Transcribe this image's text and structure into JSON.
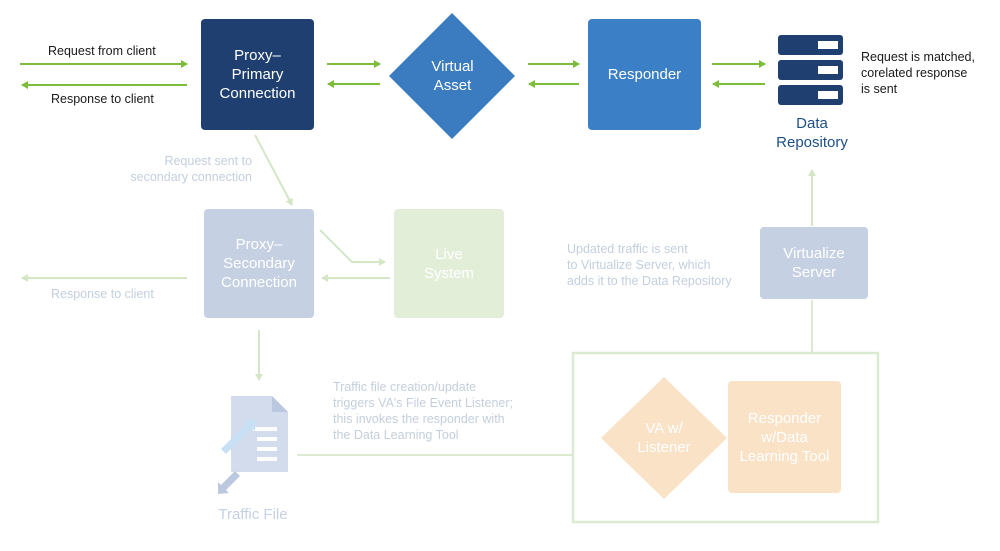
{
  "nodes": {
    "proxy_primary": "Proxy–\nPrimary\nConnection",
    "virtual_asset": "Virtual\nAsset",
    "responder": "Responder",
    "data_repository": "Data\nRepository",
    "proxy_secondary": "Proxy–\nSecondary\nConnection",
    "live_system": "Live\nSystem",
    "virtualize_server": "Virtualize\nServer",
    "traffic_file": "Traffic File",
    "va_listener": "VA w/\nListener",
    "responder_dlt": "Responder\nw/Data\nLearning Tool"
  },
  "labels": {
    "request_from_client": "Request from client",
    "response_to_client_top": "Response to client",
    "request_matched": "Request is matched,\ncorelated response\nis sent",
    "request_secondary": "Request sent to\nsecondary connection",
    "response_to_client_bottom": "Response to client",
    "updated_traffic": "Updated traffic is sent\nto Virtualize Server, which\nadds it to the Data Repository",
    "traffic_file_note": "Traffic file creation/update\ntriggers VA's File Event Listener;\nthis invokes the responder with\nthe Data Learning Tool"
  },
  "colors": {
    "dark_navy": "#1e3f6f",
    "mid_blue": "#2f73b6",
    "bright_blue": "#3b80c6",
    "green_arrow": "#7cbd3b",
    "faint_blue_box": "#c6d0e3",
    "faint_green_box": "#e3eed9",
    "faint_orange_box": "#f9e2c6",
    "faint_green_line": "#dcead1"
  }
}
